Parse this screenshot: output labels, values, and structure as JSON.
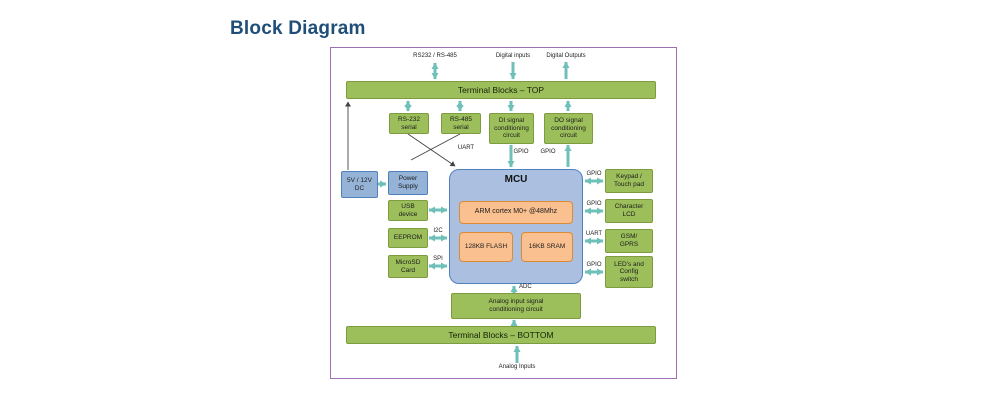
{
  "title": "Block Diagram",
  "colors": {
    "box_green": "#9CBF5B",
    "box_blue": "#95B3D7",
    "box_orange": "#FAC090",
    "mcu_fill": "#ABBFE0",
    "arrow_teal": "#6FC0B8",
    "frame_purple": "#A06FB2",
    "title_blue": "#1F4E79"
  },
  "diagram": {
    "io_labels": {
      "rs_top": "RS232 / RS-485",
      "digital_inputs": "Digital inputs",
      "digital_outputs": "Digital Outputs",
      "analog_inputs": "Analog Inputs"
    },
    "bars": {
      "top": "Terminal Blocks – TOP",
      "bottom": "Terminal Blocks – BOTTOM"
    },
    "blocks": {
      "rs232_serial": "RS-232\nserial",
      "rs485_serial": "RS-485\nserial",
      "di_circuit": "DI signal\nconditioning\ncircuit",
      "do_circuit": "DO signal\nconditioning\ncircuit",
      "power_input": "5V / 12V\nDC",
      "power_supply": "Power\nSupply",
      "usb": "USB\ndevice",
      "eeprom": "EEPROM",
      "microsd": "MicroSD\nCard",
      "mcu": "MCU",
      "arm_core": "ARM cortex M0+ @48Mhz",
      "flash": "128KB FLASH",
      "sram": "16KB SRAM",
      "keypad": "Keypad /\nTouch pad",
      "lcd": "Character\nLCD",
      "gsm": "GSM/\nGPRS",
      "leds": "LED's and\nConfig\nswitch",
      "analog_circuit": "Analog  input signal\nconditioning  circuit"
    },
    "bus_labels": {
      "uart_serial": "UART",
      "gpio_di": "GPIO",
      "gpio_do": "GPIO",
      "i2c": "I2C",
      "spi": "SPI",
      "gpio_keypad": "GPIO",
      "gpio_lcd": "GPIO",
      "uart_gsm": "UART",
      "gpio_leds": "GPIO",
      "adc": "ADC"
    }
  }
}
